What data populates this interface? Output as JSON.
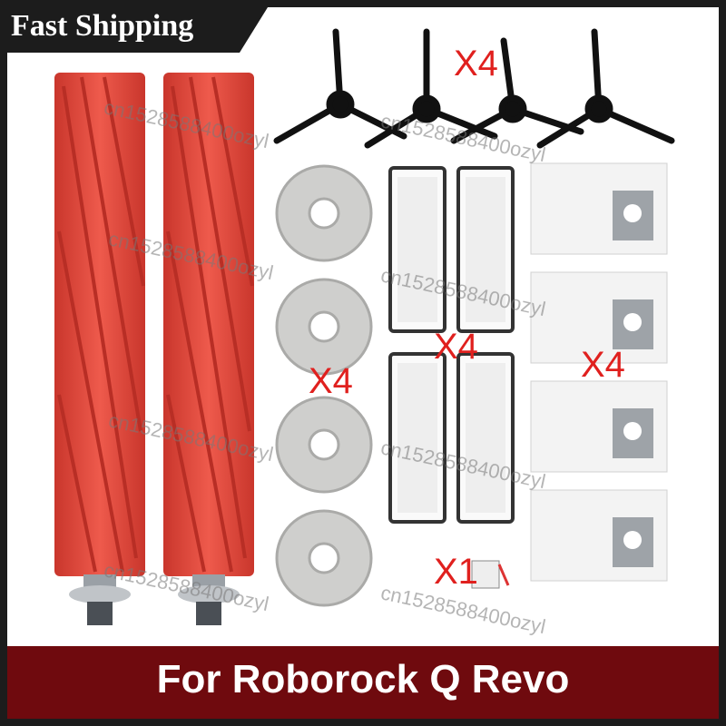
{
  "banner": {
    "text": "Fast Shipping"
  },
  "footer": {
    "text": "For Roborock Q Revo"
  },
  "quantities": {
    "side_brush": "X4",
    "mop": "X4",
    "filter": "X4",
    "bag": "X4",
    "cleaning_tool": "X1"
  },
  "watermark": {
    "text": "cn1528588400ozyl"
  },
  "colors": {
    "roller_red": "#e8493d",
    "quantity_red": "#e0201e",
    "footer_bg": "#6f0a0e",
    "banner_bg": "#1c1c1c"
  },
  "icons": [
    "main-roller-brush",
    "side-brush",
    "mop-pad",
    "hepa-filter",
    "dust-bag",
    "cleaning-tool"
  ]
}
